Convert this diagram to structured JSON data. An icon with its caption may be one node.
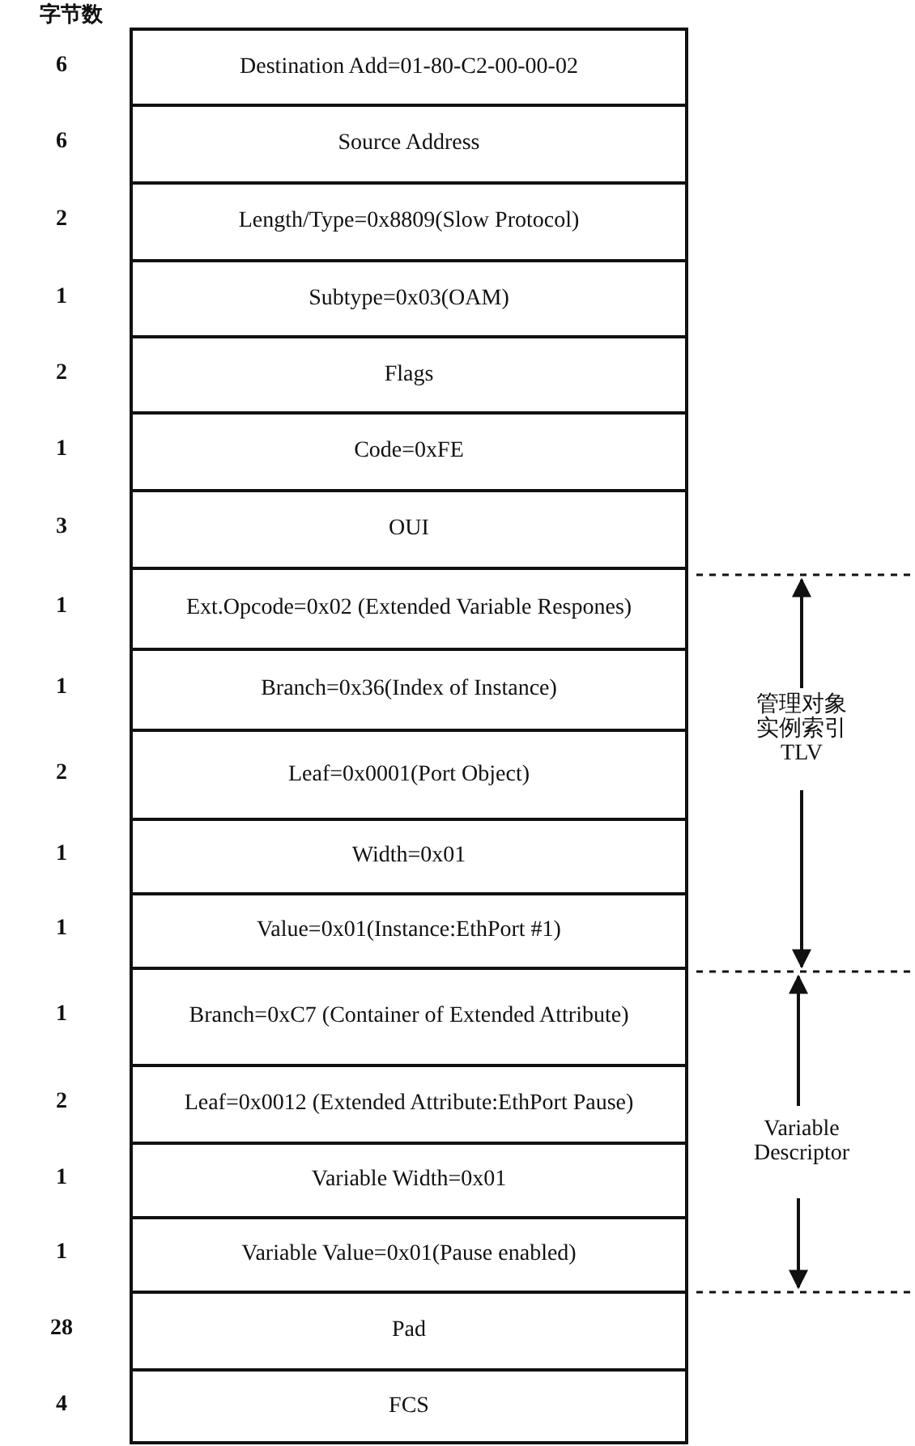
{
  "diagram": {
    "nodes": [
      {
        "text": [
          "Destination Add=01-80-C2-00-00-02"
        ],
        "beside": [
          "6"
        ]
      },
      {
        "text": [
          "Source Address"
        ],
        "beside": [
          "6"
        ]
      },
      {
        "text": [
          "Length/Type=0x8809(Slow Protocol)"
        ],
        "beside": [
          "2"
        ]
      },
      {
        "text": [
          "Subtype=0x03(OAM)"
        ],
        "beside": [
          "1"
        ]
      },
      {
        "text": [
          "Flags"
        ],
        "beside": [
          "2"
        ]
      },
      {
        "text": [
          "Code=0xFE"
        ],
        "beside": [
          "1"
        ]
      },
      {
        "text": [
          "OUI"
        ],
        "beside": [
          "3"
        ]
      },
      {
        "text": [
          "Ext.Opcode=0x02 (Extended Variable Respones)"
        ],
        "beside": [
          "1"
        ]
      },
      {
        "text": [
          "Branch=0x36(Index of Instance)"
        ],
        "beside": [
          "1"
        ]
      },
      {
        "text": [
          "Leaf=0x0001(Port Object)"
        ],
        "beside": [
          "2"
        ]
      },
      {
        "text": [
          "Width=0x01"
        ],
        "beside": [
          "1"
        ]
      },
      {
        "text": [
          "Value=0x01(Instance:EthPort #1)"
        ],
        "beside": [
          "1"
        ]
      },
      {
        "text": [
          "Branch=0xC7 (Container of Extended Attribute)"
        ],
        "beside": [
          "1"
        ]
      },
      {
        "text": [
          "Leaf=0x0012 (Extended Attribute:EthPort Pause)"
        ],
        "beside": [
          "2"
        ]
      },
      {
        "text": [
          "Variable Width=0x01"
        ],
        "beside": [
          "1"
        ]
      },
      {
        "text": [
          "Variable Value=0x01(Pause enabled)"
        ],
        "beside": [
          "1"
        ]
      },
      {
        "text": [
          "Pad"
        ],
        "beside": [
          "28"
        ]
      },
      {
        "text": [
          "FCS"
        ],
        "beside": [
          "4"
        ]
      }
    ],
    "edges": [],
    "labels": [
      "字节数",
      "管理对象实例索引TLV",
      "Variable Descriptor"
    ]
  }
}
